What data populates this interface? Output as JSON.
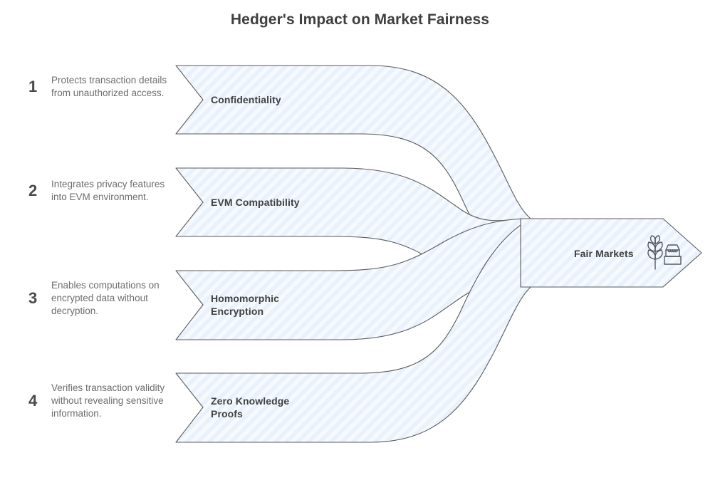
{
  "title": "Hedger's Impact on Market Fairness",
  "theme": {
    "band_fill": "#e9f1fd",
    "band_stripe": "#f7fafe",
    "band_stroke": "#5a5a5a",
    "title_color": "#3f3f3f",
    "number_color": "#4a4a4a",
    "description_color": "#6d6d6d",
    "label_color": "#404040",
    "background": "#ffffff"
  },
  "steps": [
    {
      "number": "1",
      "description": "Protects transaction details from unauthorized access.",
      "label": "Confidentiality"
    },
    {
      "number": "2",
      "description": "Integrates privacy features into EVM environment.",
      "label": "EVM Compatibility"
    },
    {
      "number": "3",
      "description": "Enables computations on encrypted data without decryption.",
      "label_line1": "Homomorphic",
      "label_line2": "Encryption"
    },
    {
      "number": "4",
      "description": "Verifies transaction validity without revealing sensitive information.",
      "label_line1": "Zero Knowledge",
      "label_line2": "Proofs"
    }
  ],
  "outcome": {
    "label": "Fair Markets",
    "icon": "wheat-and-market-stall-icon"
  },
  "chart_data": {
    "type": "diagram",
    "subtype": "converging-flow",
    "title": "Hedger's Impact on Market Fairness",
    "inputs": [
      "Confidentiality",
      "EVM Compatibility",
      "Homomorphic Encryption",
      "Zero Knowledge Proofs"
    ],
    "output": "Fair Markets",
    "direction": "left-to-right"
  }
}
